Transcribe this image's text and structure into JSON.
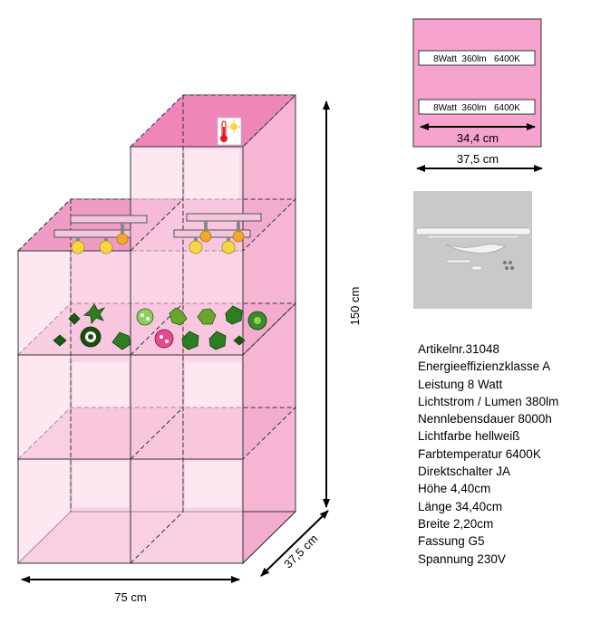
{
  "colors": {
    "pink_light": "#fbd3e6",
    "pink_mid": "#f6b6d3",
    "pink_dark": "#ee86ba",
    "panel_pink": "#f7a3cf",
    "photo_bg": "#c8c9cb",
    "thermometer_red": "#e01b24",
    "bulb_yellow": "#f6d54a",
    "leaf_green": "#2f7d22"
  },
  "icons": [
    "thermometer-sun-icon",
    "light-bulb-icon",
    "plant-icon",
    "light-bar-icon",
    "led-tube-photo"
  ],
  "dimensions": {
    "width_label": "75 cm",
    "depth_label": "37,5 cm",
    "height_label": "150 cm",
    "panel_inner_width": "34,4 cm",
    "panel_outer_width": "37,5 cm"
  },
  "lamp_panel": {
    "lamps": [
      {
        "label": "8Watt  360lm   6400K"
      },
      {
        "label": "8Watt  360lm   6400K"
      }
    ]
  },
  "specs": [
    "Artikelnr.31048",
    "Energieeffizienzklasse A",
    "Leistung 8 Watt",
    "Lichtstrom / Lumen 380lm",
    "Nennlebensdauer 8000h",
    "Lichtfarbe hellweiß",
    "Farbtemperatur 6400K",
    "Direktschalter JA",
    "Höhe 4,40cm",
    "Länge 34,40cm",
    "Breite 2,20cm",
    "Fassung G5",
    "Spannung 230V"
  ]
}
